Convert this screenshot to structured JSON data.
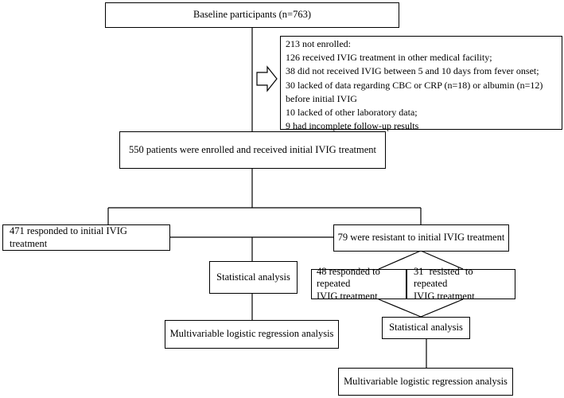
{
  "baseline": "Baseline participants (n=763)",
  "excluded": {
    "lines": [
      "213 not enrolled:",
      "126 received IVIG treatment in other medical facility;",
      "38 did not received IVIG between 5 and 10 days from fever onset;",
      "30 lacked of data regarding CBC or CRP (n=18) or albumin (n=12)",
      "before initial IVIG",
      "10 lacked of other laboratory data;",
      "9 had incomplete follow-up results"
    ]
  },
  "enrolled": "550 patients were enrolled and received initial IVIG treatment",
  "responded": "471 responded to initial IVIG treatment",
  "resistant": "79 were resistant to initial IVIG treatment",
  "stat_left": "Statistical analysis",
  "repeat_responded": [
    "48 responded to repeated",
    "IVIG treatment"
  ],
  "repeat_resisted": [
    "31 resisted to repeated",
    "IVIG treatment"
  ],
  "stat_right": "Statistical analysis",
  "mlr_left": "Multivariable logistic regression analysis",
  "mlr_right": "Multivariable logistic regression analysis"
}
